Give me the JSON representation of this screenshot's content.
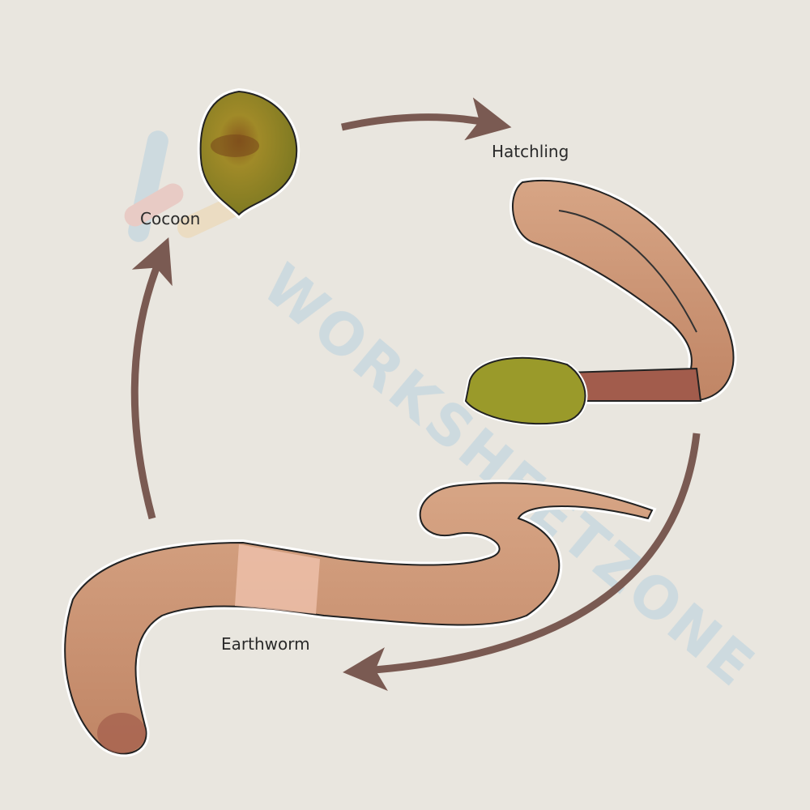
{
  "diagram": {
    "stages": [
      {
        "id": "cocoon",
        "label": "Cocoon"
      },
      {
        "id": "hatchling",
        "label": "Hatchling"
      },
      {
        "id": "earthworm",
        "label": "Earthworm"
      }
    ],
    "watermark": "WORKSHEETZONE",
    "colors": {
      "background": "#e9e6df",
      "arrow": "#7a5a52",
      "cocoon": "#9a8a2a",
      "worm": "#c9926e",
      "worm_dark": "#a25c4c"
    }
  }
}
